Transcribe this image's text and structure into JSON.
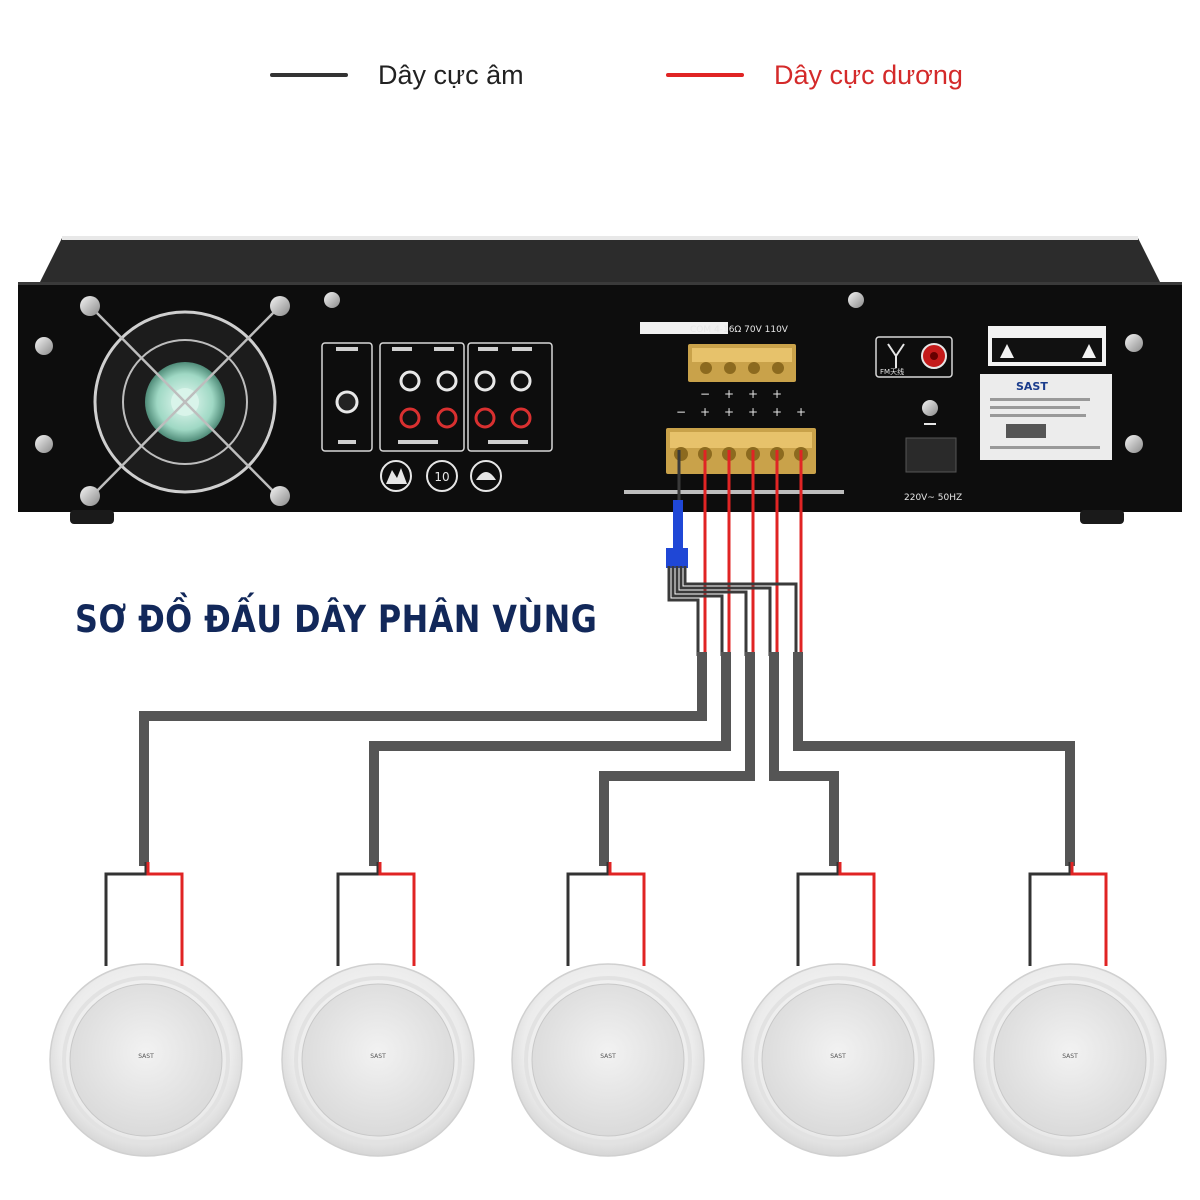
{
  "legend": {
    "negative": {
      "label": "Dây cực âm",
      "color": "#333333"
    },
    "positive": {
      "label": "Dây cực dương",
      "color": "#e02424"
    }
  },
  "title": "SƠ ĐỒ ĐẤU DÂY PHÂN VÙNG",
  "title_color": "#12285a",
  "amplifier": {
    "output_label": "COM 4-16Ω 70V 110V",
    "fm_label": "FM天线",
    "brand": "SAST",
    "power_label": "220V~ 50HZ",
    "volume_badge": "10"
  },
  "speakers": [
    {
      "brand": "SAST"
    },
    {
      "brand": "SAST"
    },
    {
      "brand": "SAST"
    },
    {
      "brand": "SAST"
    },
    {
      "brand": "SAST"
    }
  ]
}
